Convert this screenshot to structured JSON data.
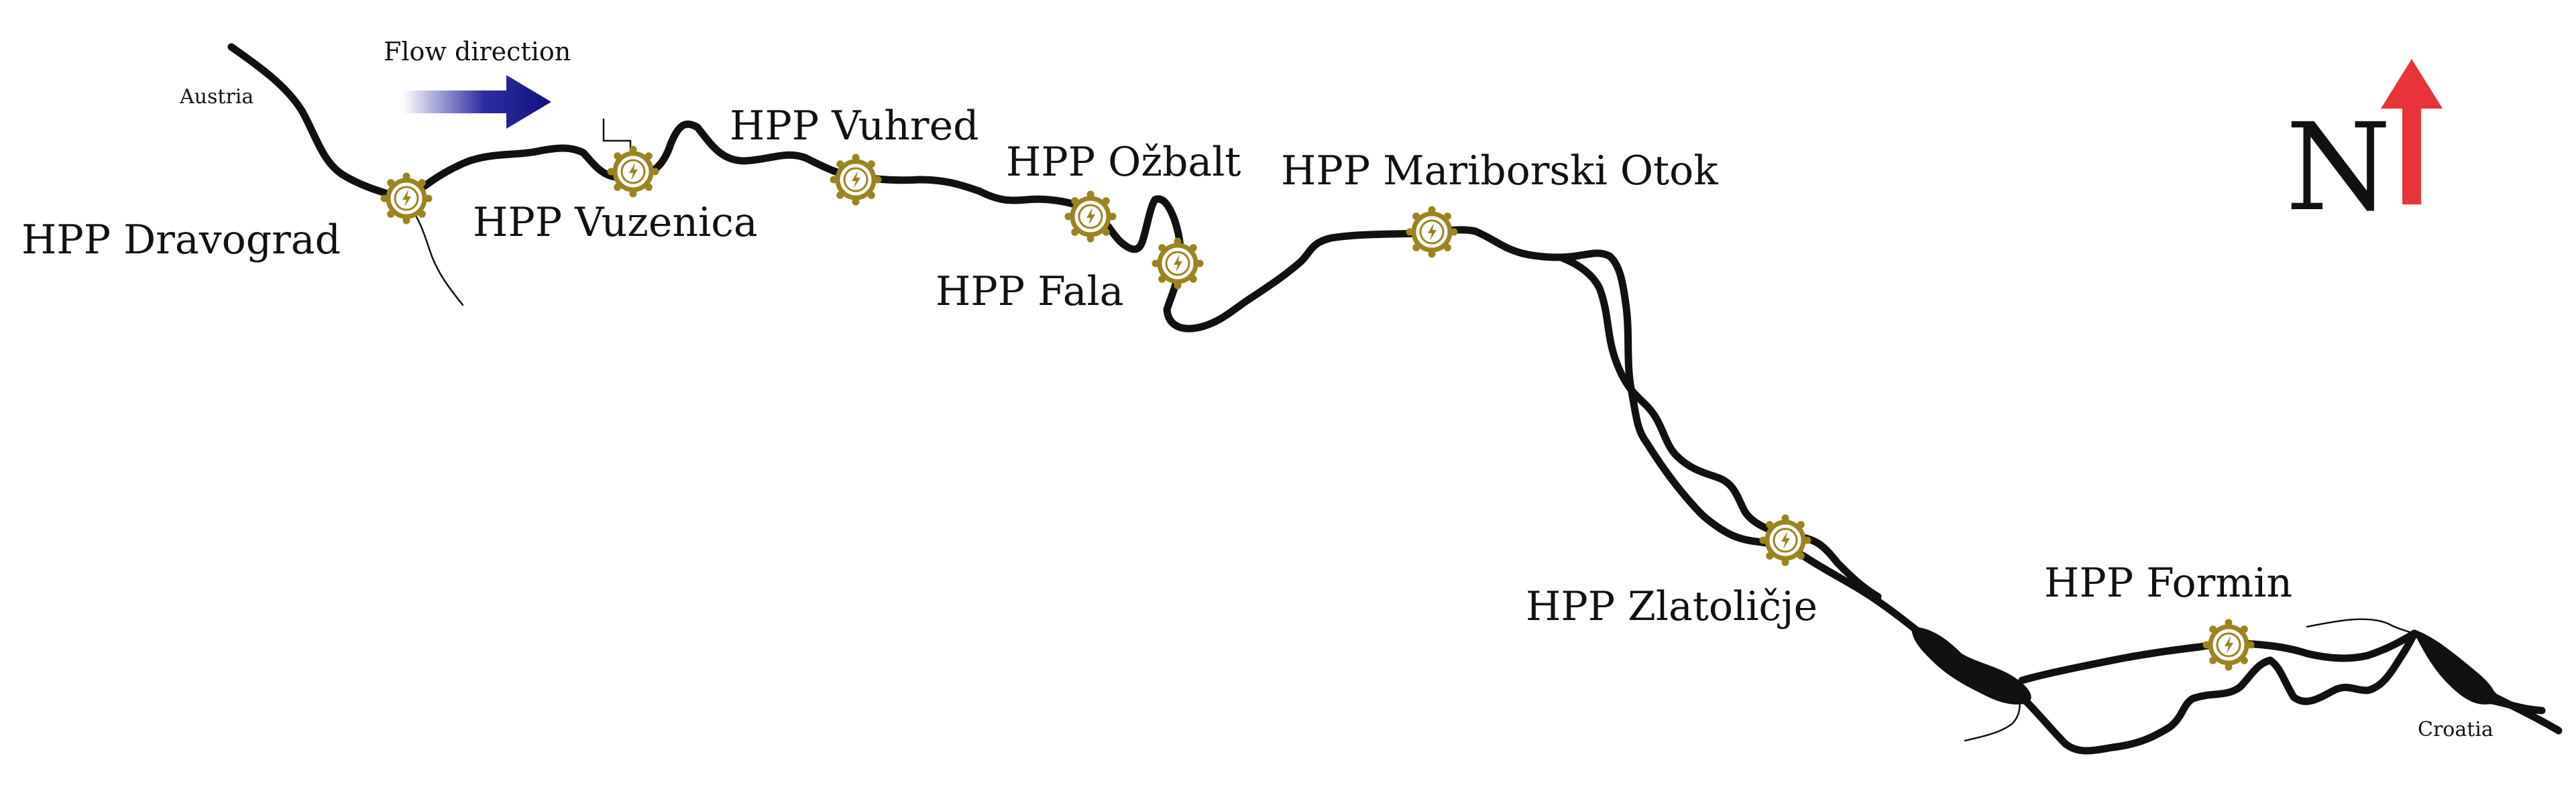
{
  "map": {
    "countries": {
      "upstream": "Austria",
      "downstream": "Croatia"
    },
    "flow_direction": {
      "label": "Flow direction",
      "arrow_color": "#1a1a8c"
    },
    "north_arrow": {
      "letter": "N",
      "arrow_color": "#e8333a"
    },
    "plant_icon_color": "#9a8420",
    "river_color": "#111111",
    "hydropower_plants": [
      {
        "label": "HPP Dravograd"
      },
      {
        "label": "HPP Vuzenica"
      },
      {
        "label": "HPP Vuhred"
      },
      {
        "label": "HPP Ožbalt"
      },
      {
        "label": "HPP Fala"
      },
      {
        "label": "HPP Mariborski Otok"
      },
      {
        "label": "HPP Zlatoličje"
      },
      {
        "label": "HPP Formin"
      }
    ]
  }
}
